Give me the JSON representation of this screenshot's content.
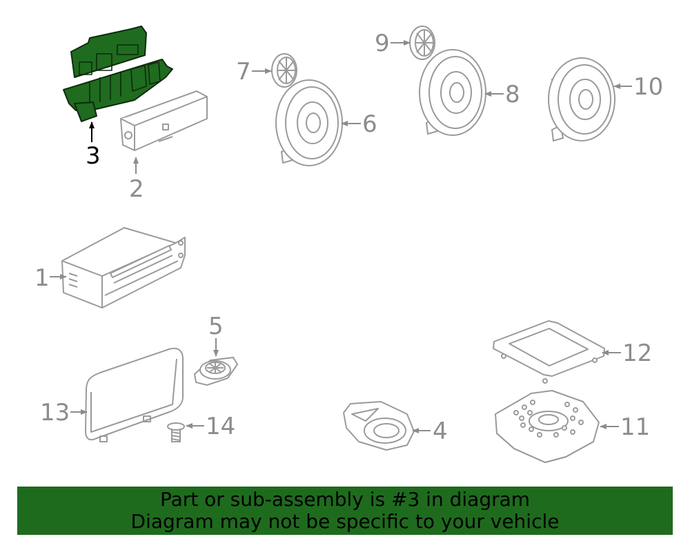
{
  "colors": {
    "part_line": "#9a9a9a",
    "highlight_fill": "#1f6b1f",
    "highlight_line": "#0d2a0d",
    "banner_bg": "#1e6b1e",
    "label_highlight": "#000000",
    "label_normal": "#8c8c8c"
  },
  "labels": {
    "p1": "1",
    "p2": "2",
    "p3": "3",
    "p4": "4",
    "p5": "5",
    "p6": "6",
    "p7": "7",
    "p8": "8",
    "p9": "9",
    "p10": "10",
    "p11": "11",
    "p12": "12",
    "p13": "13",
    "p14": "14"
  },
  "banner": {
    "line1": "Part or sub-assembly is #3 in diagram",
    "line2": "Diagram may not be specific to your vehicle"
  }
}
